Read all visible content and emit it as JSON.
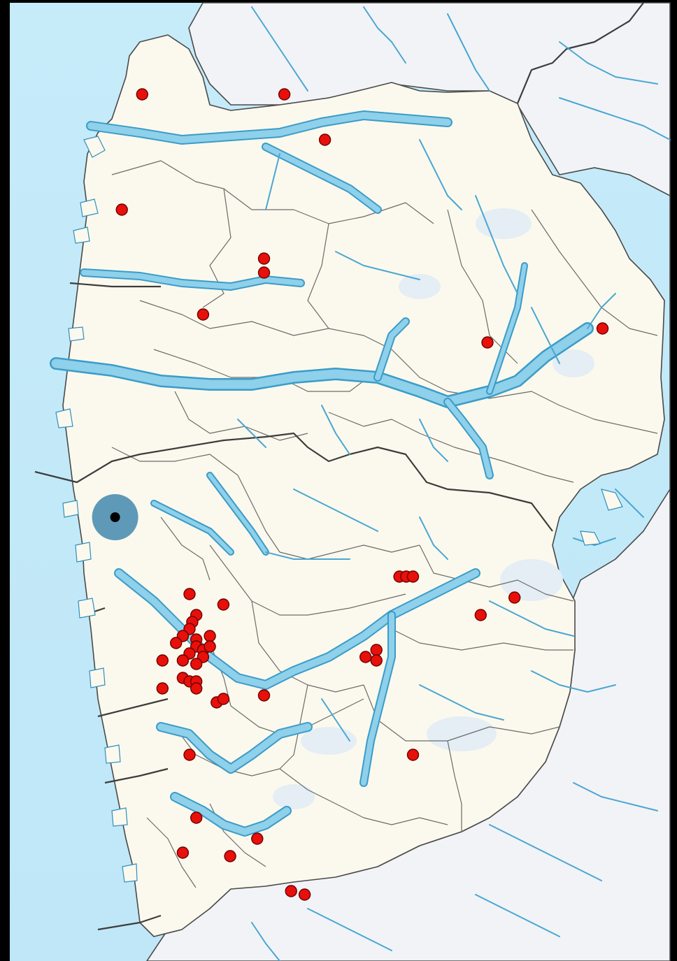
{
  "colors": {
    "sea": "#c4e9f8",
    "land": "#fbf9ed",
    "outside_region": "#f2f3f7",
    "water": "#8fd0ea",
    "water_edge": "#3a9cc9",
    "border": "#4a4a4a",
    "marker_fill": "#e8100a",
    "marker_stroke": "#6e0000",
    "highlight_halo": "#2a7aa6",
    "highlight_dot": "#000000"
  },
  "map": {
    "highlighted_site": {
      "name": "highlighted-location",
      "lon": 4.85,
      "lat": 60.72
    },
    "sites": [
      {
        "lon": 5.05,
        "lat": 61.93
      },
      {
        "lon": 6.1,
        "lat": 61.93
      },
      {
        "lon": 6.4,
        "lat": 61.8
      },
      {
        "lon": 4.9,
        "lat": 61.6
      },
      {
        "lon": 5.95,
        "lat": 61.46
      },
      {
        "lon": 5.95,
        "lat": 61.42
      },
      {
        "lon": 5.5,
        "lat": 61.3
      },
      {
        "lon": 7.6,
        "lat": 61.22
      },
      {
        "lon": 8.45,
        "lat": 61.26
      },
      {
        "lon": 6.95,
        "lat": 60.55
      },
      {
        "lon": 7.0,
        "lat": 60.55
      },
      {
        "lon": 7.05,
        "lat": 60.55
      },
      {
        "lon": 7.8,
        "lat": 60.49
      },
      {
        "lon": 7.55,
        "lat": 60.44
      },
      {
        "lon": 5.4,
        "lat": 60.5
      },
      {
        "lon": 5.65,
        "lat": 60.47
      },
      {
        "lon": 5.45,
        "lat": 60.44
      },
      {
        "lon": 5.42,
        "lat": 60.42
      },
      {
        "lon": 5.4,
        "lat": 60.4
      },
      {
        "lon": 5.35,
        "lat": 60.38
      },
      {
        "lon": 5.45,
        "lat": 60.37
      },
      {
        "lon": 5.55,
        "lat": 60.38
      },
      {
        "lon": 5.3,
        "lat": 60.36
      },
      {
        "lon": 5.45,
        "lat": 60.35
      },
      {
        "lon": 5.5,
        "lat": 60.34
      },
      {
        "lon": 5.55,
        "lat": 60.35
      },
      {
        "lon": 5.4,
        "lat": 60.33
      },
      {
        "lon": 5.5,
        "lat": 60.32
      },
      {
        "lon": 5.35,
        "lat": 60.31
      },
      {
        "lon": 5.45,
        "lat": 60.3
      },
      {
        "lon": 5.2,
        "lat": 60.31
      },
      {
        "lon": 5.35,
        "lat": 60.26
      },
      {
        "lon": 5.4,
        "lat": 60.25
      },
      {
        "lon": 5.45,
        "lat": 60.25
      },
      {
        "lon": 5.45,
        "lat": 60.23
      },
      {
        "lon": 5.2,
        "lat": 60.23
      },
      {
        "lon": 5.6,
        "lat": 60.19
      },
      {
        "lon": 5.65,
        "lat": 60.2
      },
      {
        "lon": 5.95,
        "lat": 60.21
      },
      {
        "lon": 6.7,
        "lat": 60.32
      },
      {
        "lon": 6.78,
        "lat": 60.34
      },
      {
        "lon": 6.78,
        "lat": 60.31
      },
      {
        "lon": 5.4,
        "lat": 60.04
      },
      {
        "lon": 7.05,
        "lat": 60.04
      },
      {
        "lon": 5.45,
        "lat": 59.86
      },
      {
        "lon": 5.35,
        "lat": 59.76
      },
      {
        "lon": 5.9,
        "lat": 59.8
      },
      {
        "lon": 5.7,
        "lat": 59.75
      },
      {
        "lon": 6.15,
        "lat": 59.65
      },
      {
        "lon": 6.25,
        "lat": 59.64
      }
    ]
  }
}
